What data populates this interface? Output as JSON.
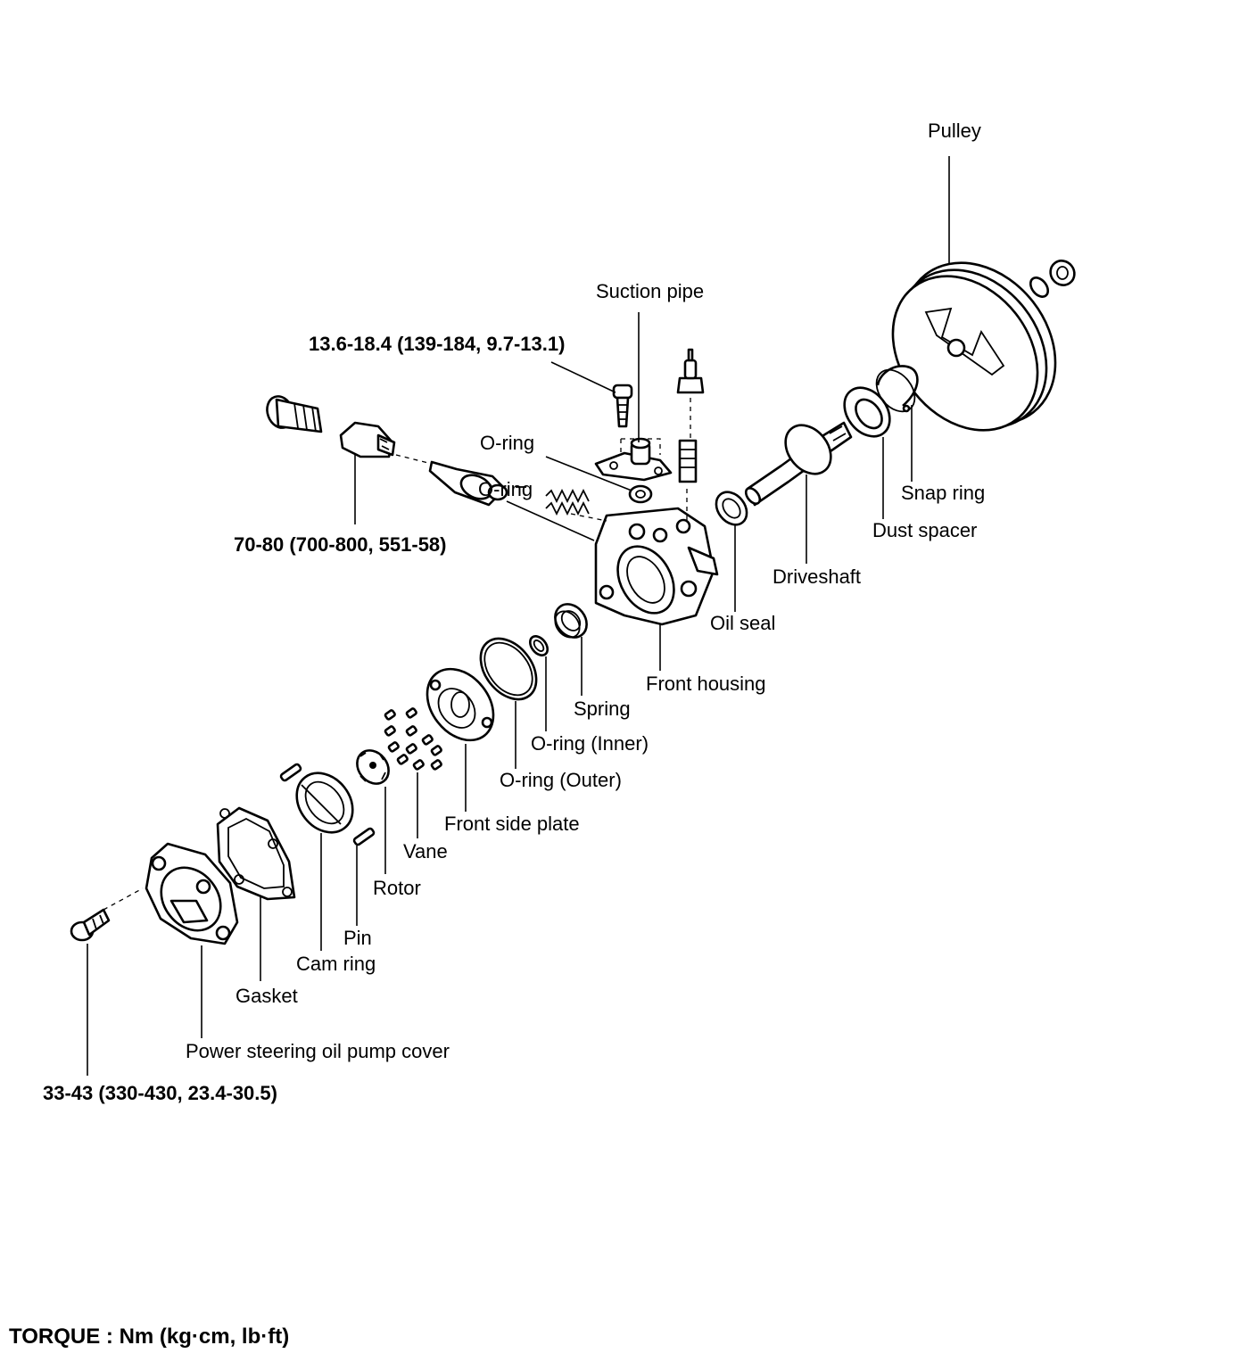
{
  "labels": {
    "pulley": "Pulley",
    "suction_pipe": "Suction pipe",
    "torque_suction": "13.6-18.4 (139-184, 9.7-13.1)",
    "o_ring": "O-ring",
    "o_ring_overlap": "O-ring",
    "torque_flow_valve": "70-80 (700-800, 551-58)",
    "snap_ring": "Snap ring",
    "dust_spacer": "Dust spacer",
    "driveshaft": "Driveshaft",
    "oil_seal": "Oil seal",
    "front_housing": "Front housing",
    "spring": "Spring",
    "o_ring_inner": "O-ring (Inner)",
    "o_ring_outer": "O-ring (Outer)",
    "front_side_plate": "Front side plate",
    "vane": "Vane",
    "rotor": "Rotor",
    "pin": "Pin",
    "cam_ring": "Cam ring",
    "gasket": "Gasket",
    "pump_cover": "Power steering oil pump cover",
    "torque_cover_bolt": "33-43 (330-430, 23.4-30.5)"
  },
  "footer": {
    "torque_units": "TORQUE : Nm (kg·cm, lb·ft)"
  }
}
